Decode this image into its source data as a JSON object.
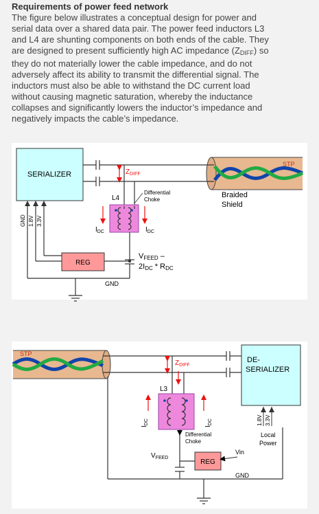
{
  "title": "Requirements of power feed network",
  "paragraph": {
    "line1": "The figure below illustrates a conceptual design for power and",
    "line2": "serial data over a shared data pair. The power feed inductors L3",
    "line3": "and L4 are shunting components on both ends of the cable. They",
    "line4a": "are designed to present sufficiently high AC impedance (Z",
    "line4sub": "DIFF",
    "line4b": ") so",
    "line5": "they do not materially lower the cable impedance, and do not",
    "line6": "adversely affect its ability to transmit the differential signal. The",
    "line7": "inductors must also be able to withstand the DC current load",
    "line8": "without causing magnetic saturation, whereby the inductance",
    "line9": "collapses and significantly lowers the inductor’s impedance and",
    "line10": "negatively impacts the cable’s impedance."
  },
  "top": {
    "serializer": "SERIALIZER",
    "stp": "STP",
    "z": "Z",
    "z_sub": "DIFF",
    "l4": "L4",
    "diff_choke_1": "Differential",
    "diff_choke_2": "Choke",
    "braided_1": "Braided",
    "braided_2": "Shield",
    "idc": "I",
    "idc_sub": "DC",
    "vfeed": "V",
    "vfeed_sub": "FEED",
    "vfeed_tail": " –",
    "formula_a": "2I",
    "formula_sub1": "DC",
    "formula_b": " * R",
    "formula_sub2": "DC",
    "reg": "REG",
    "gnd": "GND",
    "pin_gnd": "GND",
    "pin_18": "1.8V",
    "pin_33": "3.3V"
  },
  "bottom": {
    "stp": "STP",
    "deser_1": "DE-",
    "deser_2": "SERIALIZER",
    "z": "Z",
    "z_sub": "DIFF",
    "l3": "L3",
    "idc": "I",
    "idc_sub": "DC",
    "diff_choke_1": "Differential",
    "diff_choke_2": "Choke",
    "vfeed": "V",
    "vfeed_sub": "FEED",
    "reg": "REG",
    "vin": "Vin",
    "gnd": "GND",
    "pin_18": "1.8V",
    "pin_33": "3.3V",
    "local_1": "Local",
    "local_2": "Power"
  },
  "colors": {
    "chip_fill": "#ccffff",
    "choke_fill": "#ee88dd",
    "reg_fill": "#ff9999",
    "cable_fill": "#e8b890",
    "arrow_red": "#ee1111",
    "twist_blue": "#1144aa",
    "twist_green": "#22aa44"
  }
}
